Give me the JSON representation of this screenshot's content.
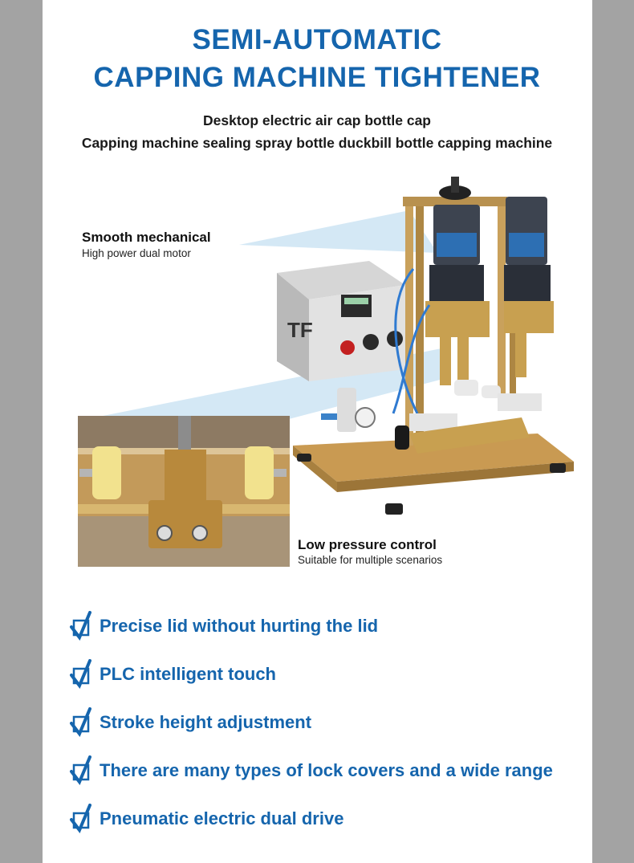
{
  "title": {
    "line1": "SEMI-AUTOMATIC",
    "line2": "CAPPING MACHINE TIGHTENER"
  },
  "subtitle": {
    "line1": "Desktop electric air cap bottle cap",
    "line2": "Capping machine sealing spray bottle duckbill bottle capping machine"
  },
  "callouts": {
    "top": {
      "title": "Smooth mechanical",
      "desc": "High power dual motor"
    },
    "bottom": {
      "title": "Low pressure control",
      "desc": "Suitable for multiple scenarios"
    }
  },
  "machine": {
    "panel_label": "TF"
  },
  "features": [
    "Precise lid without hurting the lid",
    "PLC intelligent touch",
    "Stroke height adjustment",
    "There are many types of lock covers and a wide range",
    "Pneumatic electric dual drive"
  ],
  "colors": {
    "accent": "#1565ad",
    "frame_gray": "#a3a3a3",
    "gold": "#c8a050",
    "motor": "#3d4450"
  }
}
